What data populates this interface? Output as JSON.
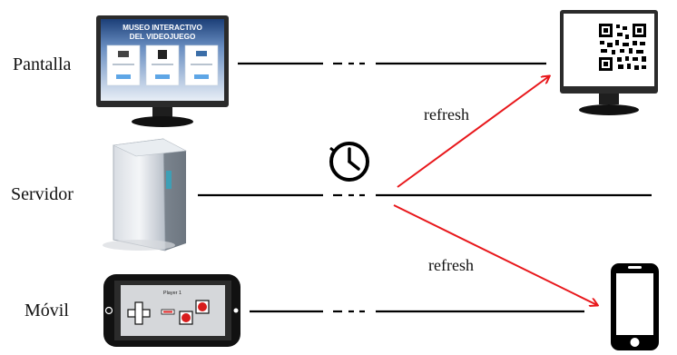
{
  "lanes": {
    "pantalla": "Pantalla",
    "servidor": "Servidor",
    "movil": "Móvil"
  },
  "edges": {
    "refresh_top": "refresh",
    "refresh_bottom": "refresh"
  },
  "monitor_screen": {
    "title_line1": "MUSEO INTERACTIVO",
    "title_line2": "DEL VIDEOJUEGO"
  },
  "phone_screen": {
    "player_label": "Player 1"
  },
  "colors": {
    "arrow": "#e8171b",
    "line": "#000000",
    "screen_blue": "#1f4f8f"
  }
}
